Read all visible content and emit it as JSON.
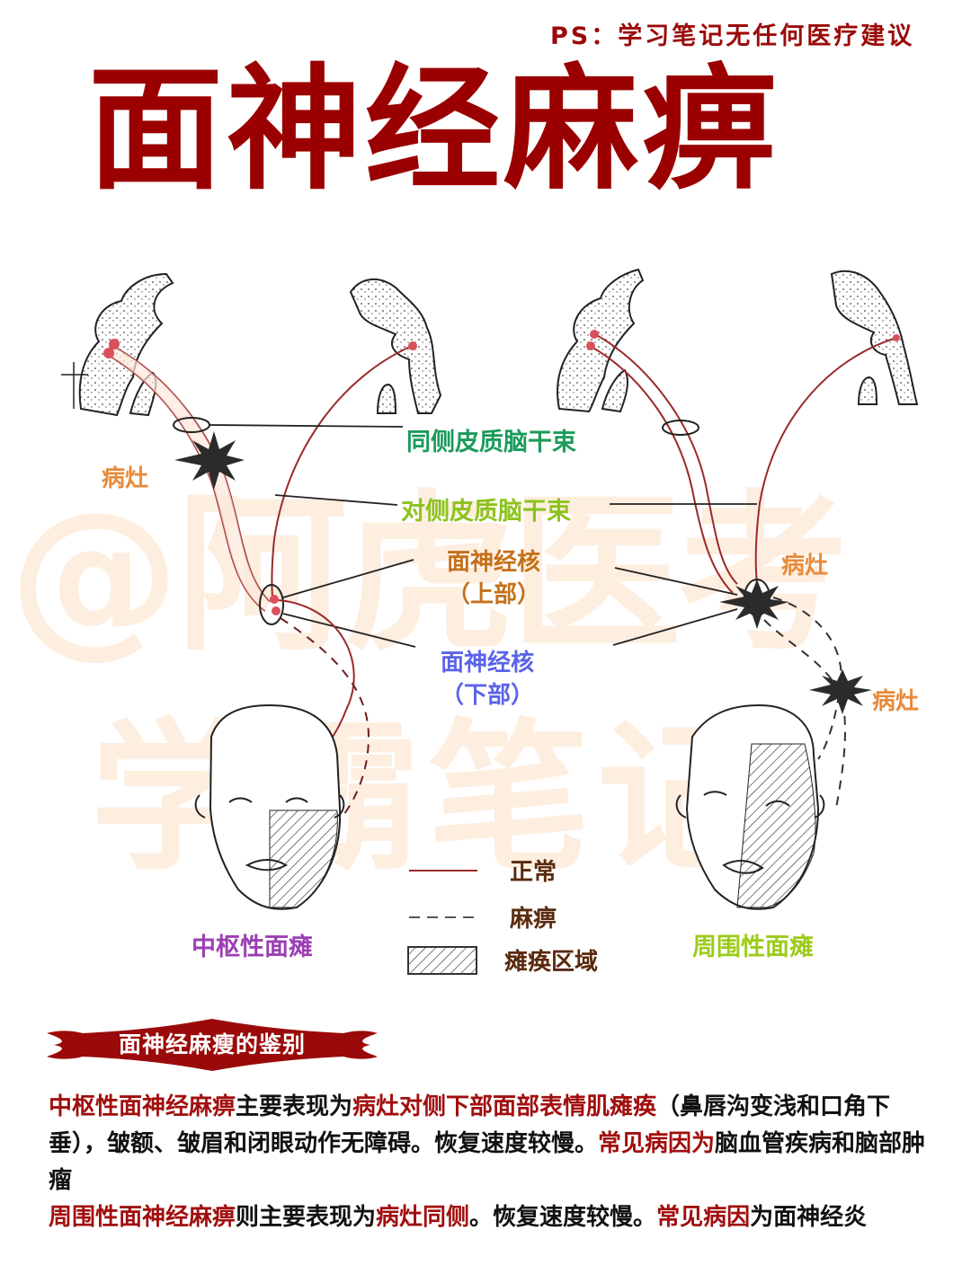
{
  "header": {
    "ps_note": "PS：学习笔记无任何医疗建议",
    "title": "面神经麻痹"
  },
  "watermark": {
    "line1": "@阿虎医考",
    "line2": "学霸笔记"
  },
  "diagram": {
    "labels": {
      "ipsilateral_tract": "同侧皮质脑干束",
      "contralateral_tract": "对侧皮质脑干束",
      "nucleus_upper_title": "面神经核",
      "nucleus_upper_sub": "（上部）",
      "nucleus_lower_title": "面神经核",
      "nucleus_lower_sub": "（下部）",
      "lesion_left": "病灶",
      "lesion_right_upper": "病灶",
      "lesion_right_lower": "病灶",
      "central_palsy": "中枢性面瘫",
      "peripheral_palsy": "周围性面瘫"
    },
    "legend": [
      {
        "style": "solid",
        "label": "正常"
      },
      {
        "style": "dashed",
        "label": "麻痹"
      },
      {
        "style": "hatched",
        "label": "瘫痪区域"
      }
    ],
    "colors": {
      "nerve": "#9b2a2a",
      "tract_fill": "#fde8dc",
      "lesion": "#2b2b2b"
    }
  },
  "section": {
    "banner": "面神经麻瘦的鉴别",
    "paragraphs": [
      [
        {
          "text": "中枢性面神经麻痹",
          "red": true
        },
        {
          "text": "主要表现为",
          "red": false
        },
        {
          "text": "病灶对侧下部面部表情肌瘫痪",
          "red": true
        },
        {
          "text": "（鼻唇沟变浅和口角下垂），皱额、皱眉和闭眼动作无障碍。恢复速度较慢。",
          "red": false
        },
        {
          "text": "常见病因为",
          "red": true
        },
        {
          "text": "脑血管疾病和脑部肿瘤",
          "red": false
        }
      ],
      [
        {
          "text": "周围性面神经麻痹",
          "red": true
        },
        {
          "text": "则主要表现为",
          "red": false
        },
        {
          "text": "病灶同侧",
          "red": true
        },
        {
          "text": "。恢复速度较慢。",
          "red": false
        },
        {
          "text": "常见病因",
          "red": true
        },
        {
          "text": "为面神经炎",
          "red": false
        }
      ]
    ]
  }
}
